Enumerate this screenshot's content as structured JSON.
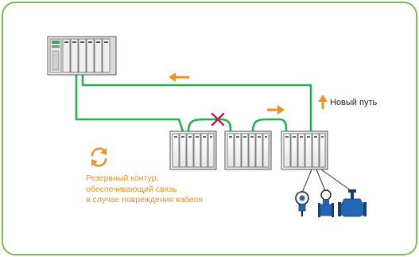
{
  "labels": {
    "new_path": "Новый путь",
    "backup_lines": [
      "Резервный контур,",
      "обеспечивающий связь",
      "в случае повреждения кабеля"
    ]
  },
  "colors": {
    "frame": "#7cc04a",
    "cable": "#22b24c",
    "arrow": "#f0901e",
    "break_mark": "#c2185b",
    "text_dark": "#222222",
    "device_blue": "#2366b3"
  },
  "icons": {
    "controller": "plc-controller-icon",
    "io_station": "io-rack-icon",
    "break": "cable-break-x-icon",
    "backup": "circular-arrows-icon",
    "pressure_transmitter": "pressure-transmitter-icon",
    "flow_meter": "flow-meter-icon",
    "valve": "control-valve-icon"
  }
}
